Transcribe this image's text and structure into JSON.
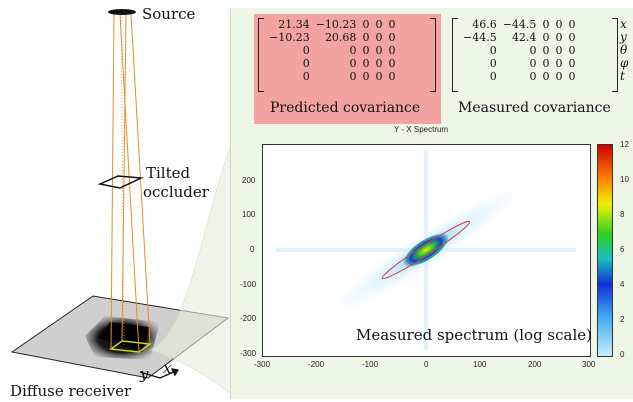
{
  "left_labels": {
    "source": "Source",
    "occluder_line1": "Tilted",
    "occluder_line2": "occluder",
    "receiver": "Diffuse receiver",
    "axis_x": "x",
    "axis_y": "y"
  },
  "predicted_covariance": {
    "title": "Predicted covariance",
    "rows": [
      [
        "21.34",
        "−10.23",
        "0",
        "0",
        "0"
      ],
      [
        "−10.23",
        "20.68",
        "0",
        "0",
        "0"
      ],
      [
        "0",
        "0",
        "0",
        "0",
        "0"
      ],
      [
        "0",
        "0",
        "0",
        "0",
        "0"
      ],
      [
        "0",
        "0",
        "0",
        "0",
        "0"
      ]
    ]
  },
  "measured_covariance": {
    "title": "Measured covariance",
    "rows": [
      [
        "46.6",
        "−44.5",
        "0",
        "0",
        "0"
      ],
      [
        "−44.5",
        "42.4",
        "0",
        "0",
        "0"
      ],
      [
        "0",
        "0",
        "0",
        "0",
        "0"
      ],
      [
        "0",
        "0",
        "0",
        "0",
        "0"
      ],
      [
        "0",
        "0",
        "0",
        "0",
        "0"
      ]
    ],
    "row_labels": [
      "x",
      "y",
      "θ",
      "φ",
      "t"
    ]
  },
  "spectrum": {
    "title": "Y - X Spectrum",
    "annotation": "Measured spectrum (log scale)",
    "x_ticks": [
      "-300",
      "-200",
      "-100",
      "0",
      "100",
      "200",
      "300"
    ],
    "y_ticks": [
      "200",
      "100",
      "0",
      "-100",
      "-200",
      "-300"
    ],
    "colorbar_ticks": [
      "12",
      "10",
      "8",
      "6",
      "4",
      "2",
      "0"
    ]
  },
  "colors": {
    "predicted_bg": "#f4a3a3",
    "panel_bg": "#eef6e6",
    "light_rays": "#e0902a"
  }
}
